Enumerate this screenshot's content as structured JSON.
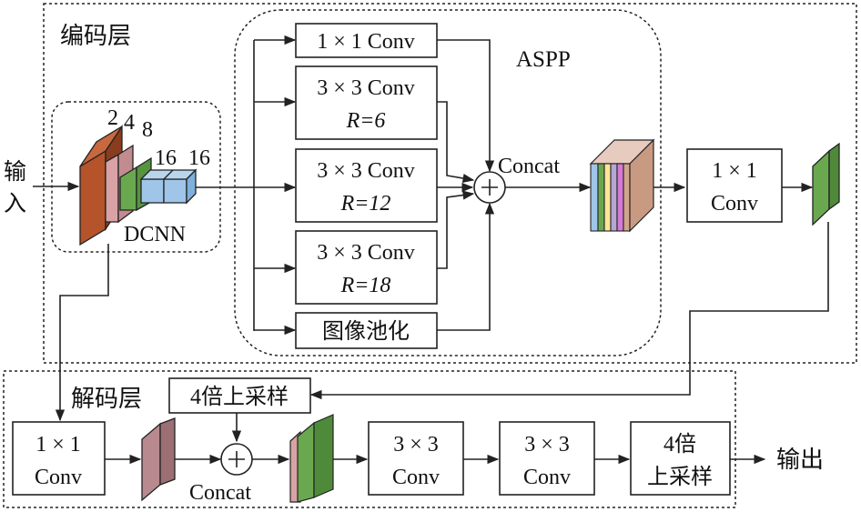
{
  "encoder": {
    "title": "编码层",
    "input_label": [
      "输",
      "入"
    ],
    "dcnn": {
      "label": "DCNN",
      "numbers": [
        "2",
        "4",
        "8",
        "16",
        "16"
      ]
    },
    "aspp": {
      "title": "ASPP",
      "branches": [
        {
          "line1": "1 × 1 Conv",
          "line2": ""
        },
        {
          "line1": "3 × 3 Conv",
          "line2": "R=6"
        },
        {
          "line1": "3 × 3 Conv",
          "line2": "R=12"
        },
        {
          "line1": "3 × 3 Conv",
          "line2": "R=18"
        },
        {
          "line1": "图像池化",
          "line2": ""
        }
      ],
      "concat_label": "Concat"
    },
    "conv1x1": {
      "line1": "1 × 1",
      "line2": "Conv"
    }
  },
  "decoder": {
    "title": "解码层",
    "upsample_top": "4倍上采样",
    "conv1x1": {
      "line1": "1 × 1",
      "line2": "Conv"
    },
    "concat_label": "Concat",
    "conv3x3_a": {
      "line1": "3 × 3",
      "line2": "Conv"
    },
    "conv3x3_b": {
      "line1": "3 × 3",
      "line2": "Conv"
    },
    "upsample_final": {
      "line1": "4倍",
      "line2": "上采样"
    },
    "output_label": "输出"
  },
  "colors": {
    "brown": "#b5532b",
    "pink": "#d9a3a6",
    "green": "#6aa84f",
    "blue": "#9fc5e8",
    "yellow": "#ffe599",
    "violet": "#b4a7d6",
    "magenta": "#d57bd5",
    "tan": "#d2a48c",
    "mauve": "#b88a8f",
    "dark_green": "#4f8a3b"
  }
}
